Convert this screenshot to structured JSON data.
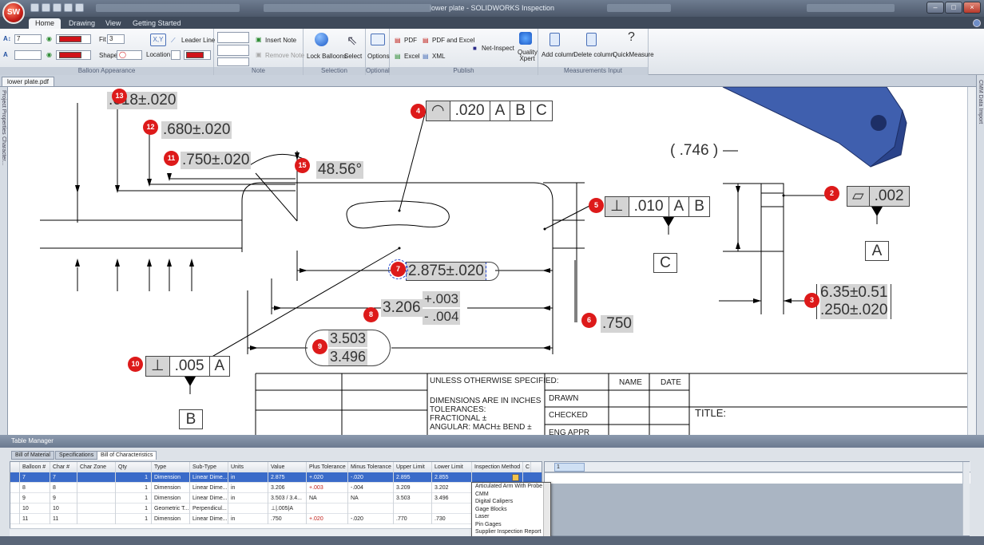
{
  "window": {
    "title": "lower plate - SOLIDWORKS Inspection",
    "logo_text": "SW"
  },
  "ribbon_tabs": [
    "Home",
    "Drawing",
    "View",
    "Getting Started"
  ],
  "ribbon": {
    "balloon_appearance": {
      "label": "Balloon Appearance",
      "font_size": "7",
      "fit_label": "Fit",
      "fit_value": "3",
      "shape_label": "Shape",
      "location_label": "Location",
      "leader_line_label": "Leader Line"
    },
    "note": {
      "label": "Note",
      "insert_note": "Insert Note",
      "remove_note": "Remove Note"
    },
    "selection": {
      "label": "Selection",
      "lock_balloons": "Lock Balloons",
      "select": "Select"
    },
    "optional": {
      "label": "Optional",
      "options": "Options"
    },
    "publish": {
      "label": "Publish",
      "pdf": "PDF",
      "pdf_excel": "PDF and Excel",
      "excel": "Excel",
      "xml": "XML",
      "net_inspect": "Net-Inspect",
      "quality_xpert": "Quality Xpert"
    },
    "measurements": {
      "label": "Measurements Input",
      "add_column": "Add column",
      "delete_column": "Delete column",
      "quick_measure": "QuickMeasure"
    }
  },
  "document_tab": "lower plate.pdf",
  "side_panels": {
    "left_top": "Project Properties",
    "left_bottom": "Character...",
    "right": "CMM Data Import"
  },
  "drawing": {
    "dims": {
      "d13": ".618±.020",
      "d12": ".680±.020",
      "d11": ".750±.020",
      "d15": "48.56°",
      "d7": "2.875±.020",
      "d8_nom": "3.206",
      "d8_plus": "+.003",
      "d8_minus": "- .004",
      "d9_top": "3.503",
      "d9_bot": "3.496",
      "d6": ".750",
      "d3_top": "6.35±0.51",
      "d3_bot": ".250±.020",
      "ref": "( .746 )"
    },
    "fcf4": [
      ".020",
      "A",
      "B",
      "C"
    ],
    "fcf5": [
      ".010",
      "A",
      "B"
    ],
    "fcf10": [
      ".005",
      "A"
    ],
    "fcf2": [
      ".002"
    ],
    "datums": {
      "c": "C",
      "a": "A",
      "b": "B"
    },
    "balloons": [
      "13",
      "12",
      "11",
      "15",
      "4",
      "5",
      "7",
      "8",
      "9",
      "6",
      "10",
      "2",
      "3"
    ],
    "title_block": {
      "unless": "UNLESS OTHERWISE SPECIFIED:",
      "dims_inches": "DIMENSIONS ARE IN INCHES",
      "tolerances": "TOLERANCES:",
      "fractional": "FRACTIONAL ±",
      "angular": "ANGULAR: MACH±    BEND ±",
      "name": "NAME",
      "date": "DATE",
      "drawn": "DRAWN",
      "checked": "CHECKED",
      "eng_appr": "ENG APPR",
      "title": "TITLE:"
    }
  },
  "table_manager": {
    "title": "Table Manager",
    "tabs": [
      "Bill of Material",
      "Specifications",
      "Bill of Characteristics"
    ],
    "columns": [
      "Balloon #",
      "Char #",
      "Char Zone",
      "Qty",
      "Type",
      "Sub-Type",
      "Units",
      "Value",
      "Plus Tolerance",
      "Minus Tolerance",
      "Upper Limit",
      "Lower Limit",
      "Inspection Method",
      "C"
    ],
    "rows": [
      [
        "7",
        "7",
        "",
        "1",
        "Dimension",
        "Linear Dime...",
        "in",
        "2.875",
        "+.020",
        "-.020",
        "2.895",
        "2.855",
        ""
      ],
      [
        "8",
        "8",
        "",
        "1",
        "Dimension",
        "Linear Dime...",
        "in",
        "3.206",
        "+.003",
        "-.004",
        "3.209",
        "3.202",
        ""
      ],
      [
        "9",
        "9",
        "",
        "1",
        "Dimension",
        "Linear Dime...",
        "in",
        "3.503 / 3.4...",
        "NA",
        "NA",
        "3.503",
        "3.496",
        ""
      ],
      [
        "10",
        "10",
        "",
        "1",
        "Geometric T...",
        "Perpendicul...",
        "",
        "⊥|.005|A",
        "",
        "",
        "",
        "",
        ""
      ],
      [
        "11",
        "11",
        "",
        "1",
        "Dimension",
        "Linear Dime...",
        "in",
        ".750",
        "+.020",
        "-.020",
        ".770",
        ".730",
        ""
      ]
    ],
    "inspection_methods": [
      "Articulated Arm With Probe",
      "CMM",
      "Digital Calipers",
      "Gage Blocks",
      "Laser",
      "Pin Gages",
      "Supplier Inspection Report"
    ],
    "right_panel_header": "1"
  }
}
